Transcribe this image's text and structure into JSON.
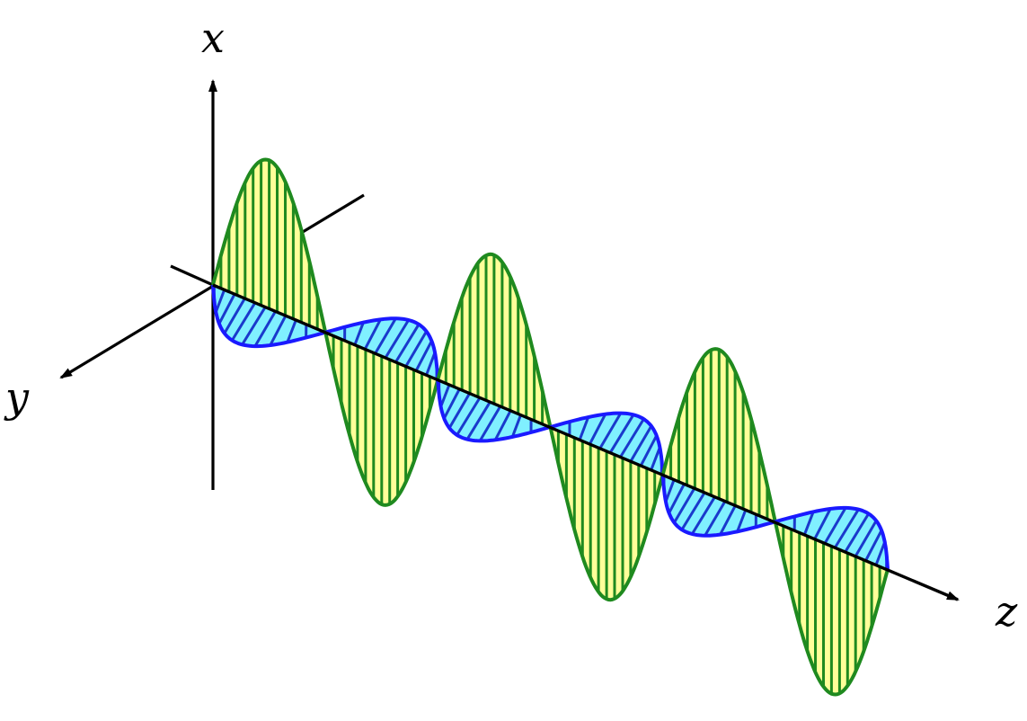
{
  "labels": {
    "x_axis": "x",
    "y_axis": "y",
    "z_axis": "z"
  },
  "colors": {
    "axis": "#000000",
    "x_wave_stroke": "#1f8a1f",
    "x_wave_fill": "#ffff99",
    "y_wave_stroke": "#1a1aff",
    "y_wave_fill": "#80f0ff",
    "y_wave_hatch": "#1a3acc"
  },
  "wave": {
    "periods": 3,
    "components": [
      "x-oscillation",
      "y-oscillation"
    ],
    "phase": "in-phase"
  }
}
